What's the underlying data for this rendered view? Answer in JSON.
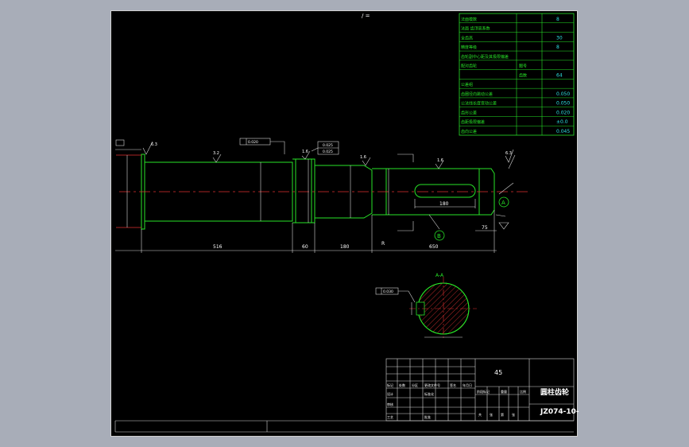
{
  "gear_table": {
    "rows": [
      {
        "label": "法面模数",
        "sym": "",
        "val": "8"
      },
      {
        "label": "法面 齿顶高系数",
        "sym": "",
        "val": ""
      },
      {
        "label": "全齿高",
        "sym": "",
        "val": "30"
      },
      {
        "label": "精度等级",
        "sym": "",
        "val": "8"
      },
      {
        "label": "齿轮副中心距及其极限偏差",
        "sym": "",
        "val": ""
      },
      {
        "label": "配对齿轮",
        "sym": "图号",
        "val": ""
      },
      {
        "label": "",
        "sym": "齿数",
        "val": "64"
      },
      {
        "label": "公差组",
        "sym": "",
        "val": ""
      },
      {
        "label": "齿圈径向跳动公差",
        "sym": "",
        "val": "0.050"
      },
      {
        "label": "公法线长度变动公差",
        "sym": "",
        "val": "0.050"
      },
      {
        "label": "齿形公差",
        "sym": "",
        "val": "0.020"
      },
      {
        "label": "齿距极限偏差",
        "sym": "",
        "val": "±0.0"
      },
      {
        "label": "齿向公差",
        "sym": "",
        "val": "0.045"
      }
    ]
  },
  "dimensions": {
    "d1": "516",
    "d2": "60",
    "d3": "180",
    "d4": "650",
    "key_len": "180",
    "r_label": "R",
    "end_len": "75"
  },
  "roughness": {
    "r1": "6.3",
    "r2": "3.2",
    "r3": "1.6",
    "r4": "1.6",
    "r5": "1.6",
    "r6": "6.3"
  },
  "tolerance_frames": {
    "f1": "0.020",
    "f2": "0.025",
    "f3": "0.025",
    "f4": "0.030"
  },
  "datums": {
    "a_label": "A",
    "b_label": "B",
    "section_label": "A-A",
    "section_arrow": "A"
  },
  "title_block": {
    "material": "45",
    "part_name": "圆柱齿轮",
    "drawing_no": "JZ074-10-",
    "header_row1": [
      "标记",
      "处数",
      "分区",
      "更改文件号",
      "签名",
      "年月日"
    ],
    "header_row2": [
      "设计",
      "",
      "标准化",
      "",
      ""
    ],
    "header_row3": [
      "审核",
      "",
      "",
      ""
    ],
    "header_row4": [
      "工艺",
      "",
      "批准",
      "",
      ""
    ],
    "stage_row": [
      "阶段标记",
      "重量",
      "比例"
    ],
    "sheet_row": [
      "共",
      "张",
      "第",
      "张"
    ]
  },
  "top_mark": "/ ="
}
